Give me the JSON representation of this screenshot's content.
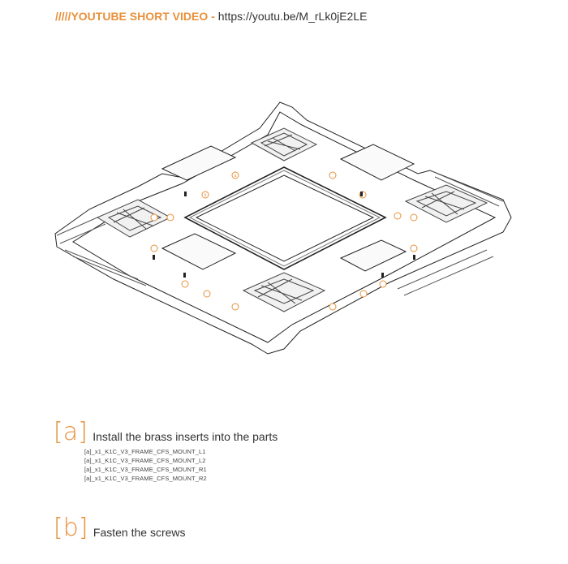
{
  "header": {
    "prefix": "/////YOUTUBE SHORT VIDEO -",
    "url": "https://youtu.be/M_rLk0jE2LE"
  },
  "colors": {
    "accent": "#e8903a",
    "text": "#333333",
    "line": "#222222"
  },
  "drawing": {
    "callout_a": "a",
    "callout_b": "b"
  },
  "steps": [
    {
      "letter": "[a]",
      "title": "Install the brass inserts into the parts",
      "parts": [
        "[a]_x1_K1C_V3_FRAME_CFS_MOUNT_L1",
        "[a]_x1_K1C_V3_FRAME_CFS_MOUNT_L2",
        "[a]_x1_K1C_V3_FRAME_CFS_MOUNT_R1",
        "[a]_x1_K1C_V3_FRAME_CFS_MOUNT_R2"
      ]
    },
    {
      "letter": "[b]",
      "title": "Fasten the screws",
      "parts": []
    }
  ]
}
